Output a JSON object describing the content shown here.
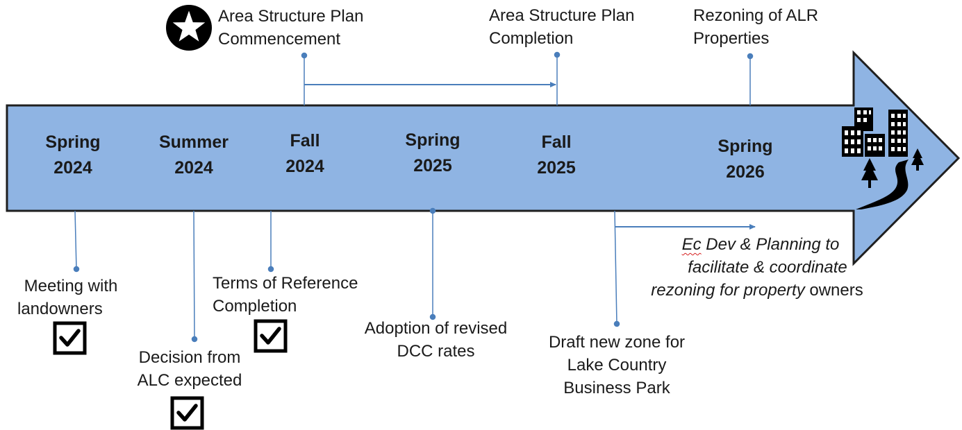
{
  "timeline": {
    "seasons": [
      {
        "line1": "Spring",
        "line2": "2024"
      },
      {
        "line1": "Summer",
        "line2": "2024"
      },
      {
        "line1": "Fall",
        "line2": "2024"
      },
      {
        "line1": "Spring",
        "line2": "2025"
      },
      {
        "line1": "Fall",
        "line2": "2025"
      },
      {
        "line1": "Spring",
        "line2": "2026"
      }
    ]
  },
  "milestones_above": {
    "asp_commencement": {
      "line1": "Area Structure Plan",
      "line2": "Commencement"
    },
    "asp_completion": {
      "line1": "Area Structure Plan",
      "line2": "Completion"
    },
    "alr_rezoning": {
      "line1": "Rezoning of ALR",
      "line2": "Properties"
    }
  },
  "milestones_below": {
    "meeting_landowners": {
      "line1": "Meeting with",
      "line2": "landowners",
      "completed": true
    },
    "alc_decision": {
      "line1": "Decision from",
      "line2": "ALC expected",
      "completed": true
    },
    "terms_of_reference": {
      "line1": "Terms of Reference",
      "line2": "Completion",
      "completed": true
    },
    "dcc_rates": {
      "line1": "Adoption of revised",
      "line2": "DCC rates"
    },
    "draft_zone": {
      "line1": "Draft new zone for",
      "line2": "Lake Country",
      "line3": "Business Park"
    }
  },
  "ecdev_note": {
    "abbr": "Ec",
    "line1_rest": " Dev & Planning to",
    "line2": "facilitate & coordinate",
    "line3_italic": "rezoning for property",
    "line3_rest": " owners"
  },
  "colors": {
    "arrow_fill": "#8fb4e3",
    "arrow_stroke": "#1f1f1f",
    "connector": "#4a7ebb",
    "icon": "#000000"
  },
  "icons": {
    "start_marker": "star-icon",
    "destination": "city-park-icon",
    "completed": "checkbox-checked-icon"
  }
}
